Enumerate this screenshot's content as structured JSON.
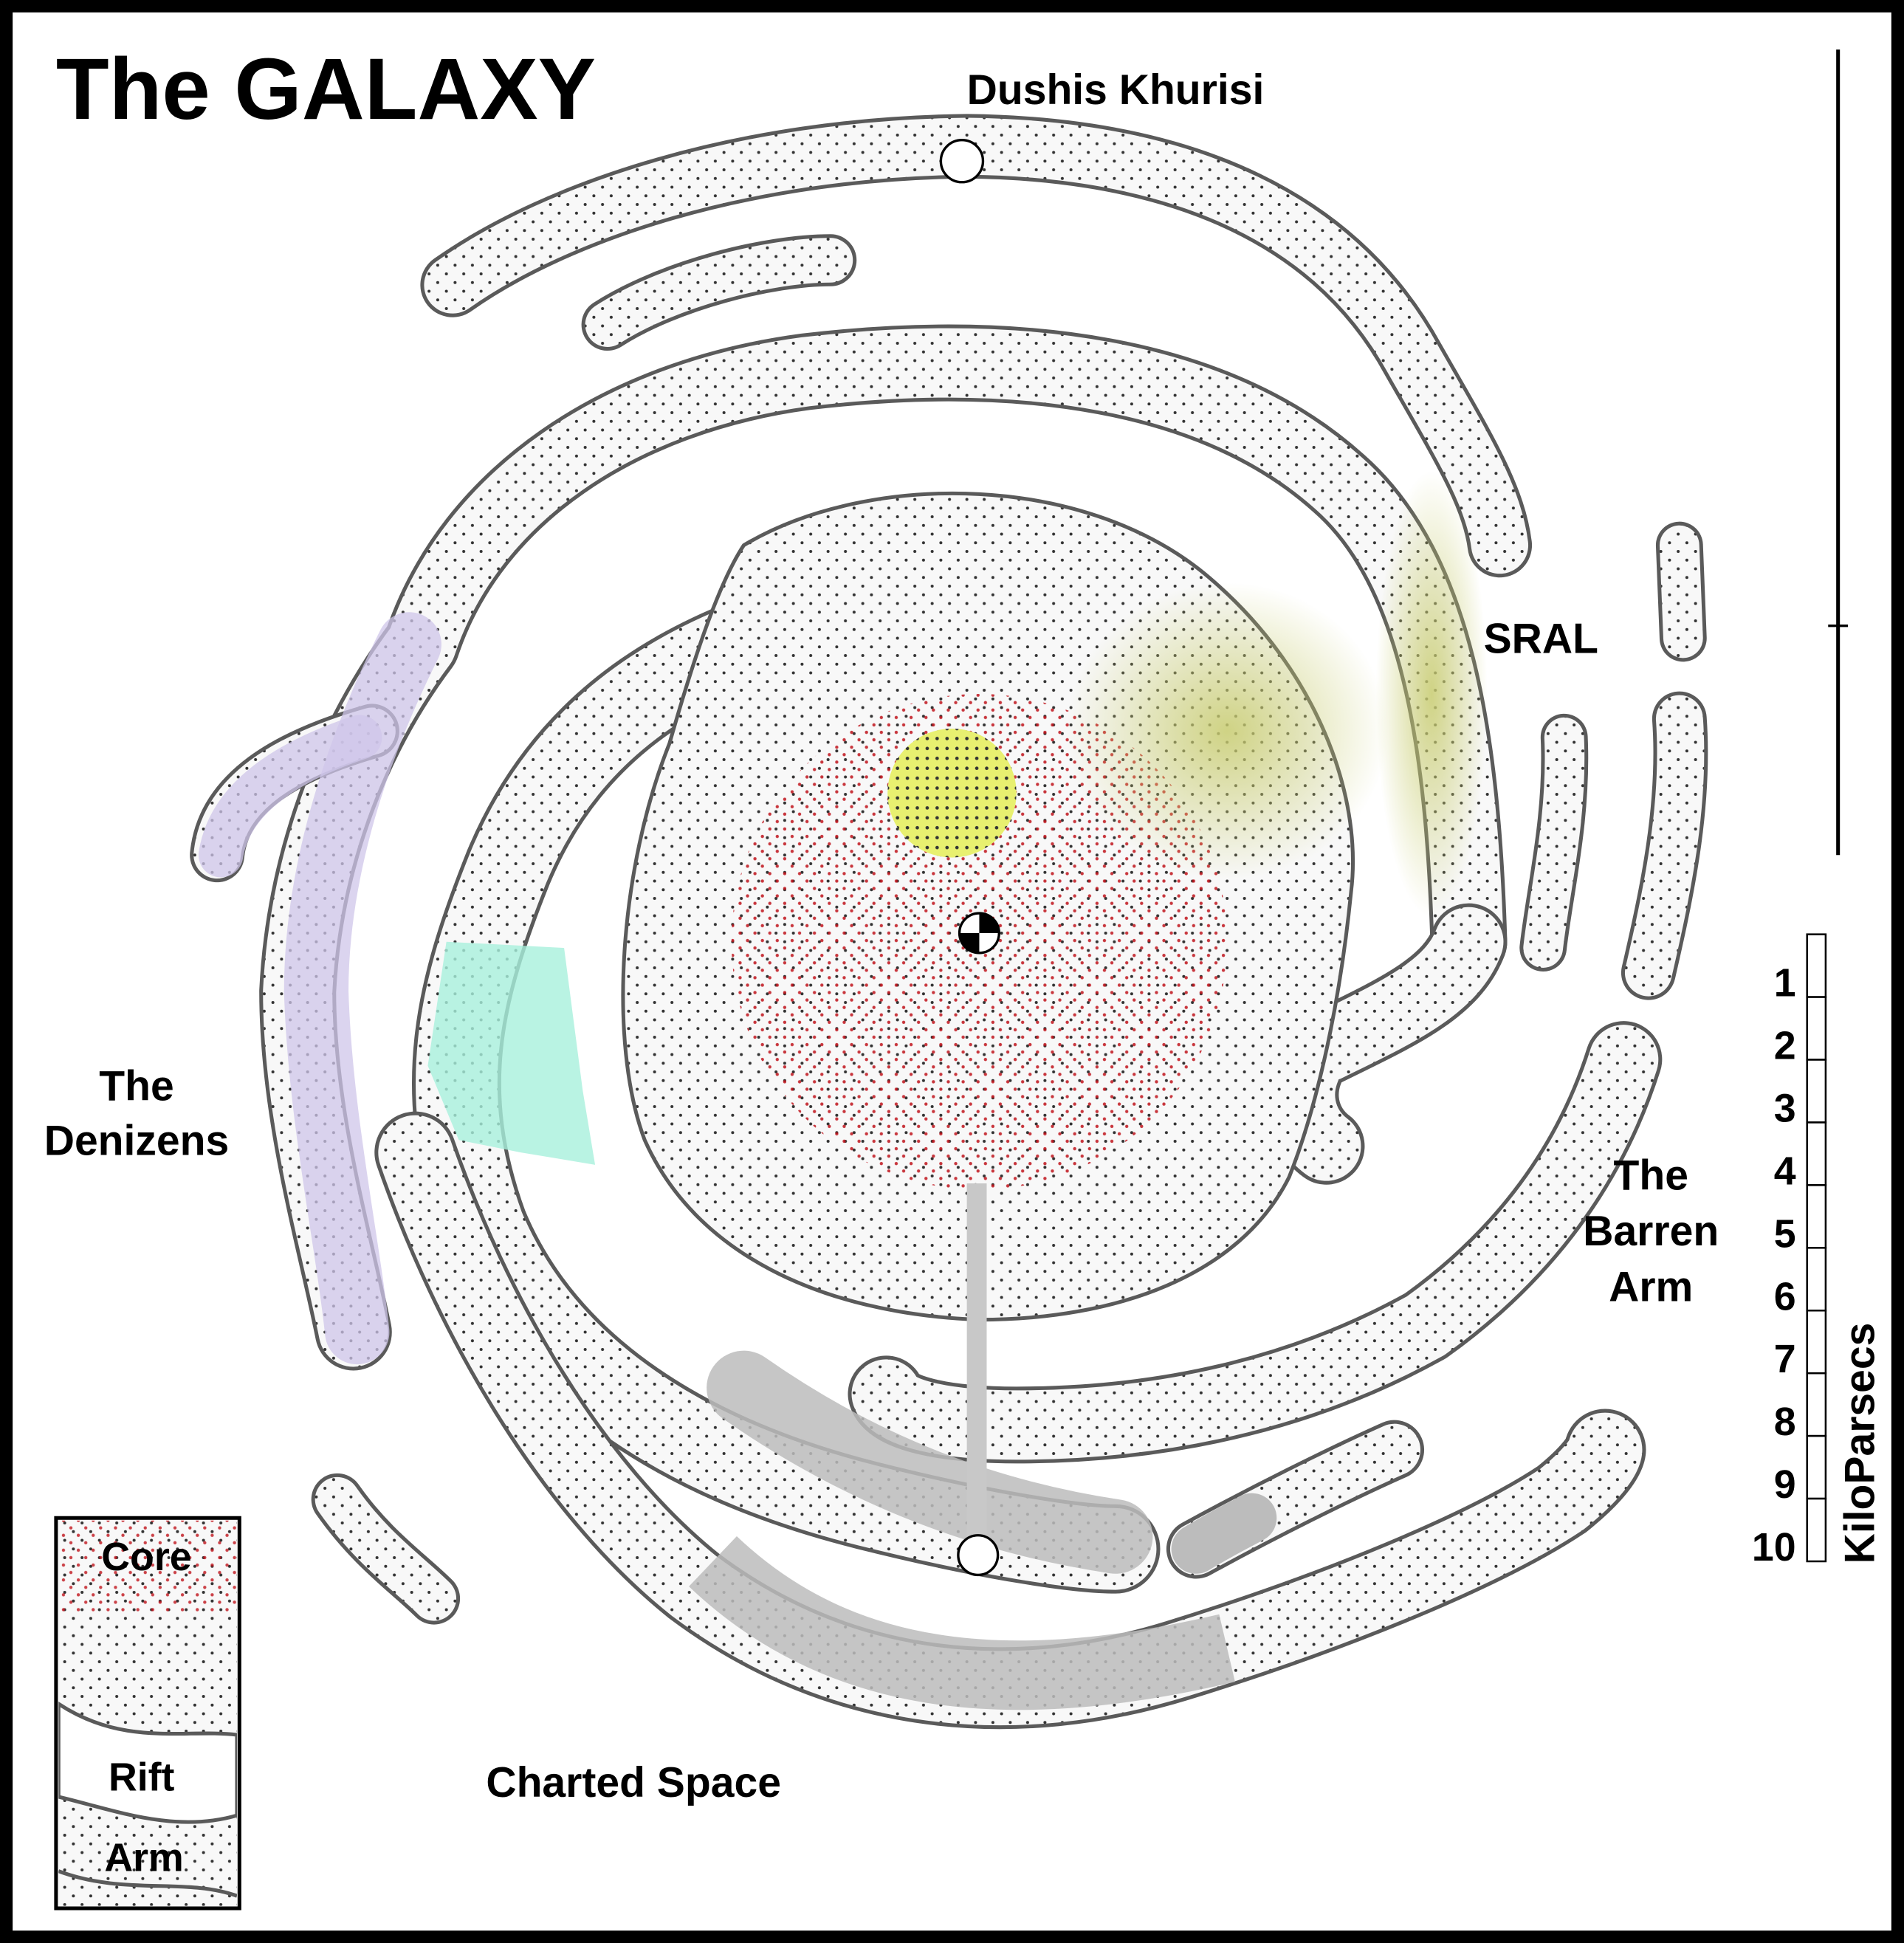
{
  "title": "The GALAXY",
  "regions": {
    "dushis_khurisi": "Dushis Khurisi",
    "sral": "SRAL",
    "denizens_line1": "The",
    "denizens_line2": "Denizens",
    "barren_line1": "The",
    "barren_line2": "Barren",
    "barren_line3": "Arm",
    "charted_space": "Charted Space"
  },
  "legend": {
    "core": "Core",
    "rift": "Rift",
    "arm": "Arm"
  },
  "scale": {
    "unit": "KiloParsecs",
    "ticks": [
      "1",
      "2",
      "3",
      "4",
      "5",
      "6",
      "7",
      "8",
      "9",
      "10"
    ]
  },
  "colors": {
    "core_dots": "#c0141c",
    "outline": "#5a5a5a",
    "denizens": "#d8d0ec",
    "sral": "#dcdca0",
    "teal": "#a8f0dc",
    "charted": "#c0c0c0"
  }
}
